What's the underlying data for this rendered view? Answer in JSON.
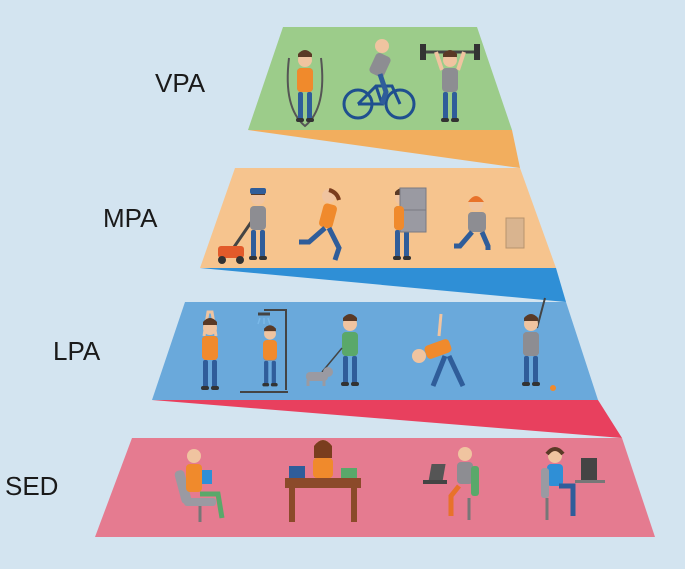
{
  "background_color": "#d3e4f0",
  "levels": [
    {
      "label": "VPA",
      "color": "#9ccc8a",
      "connector_color": "#f2ae5e",
      "activities": [
        "jump-rope-icon",
        "cycling-icon",
        "weightlifting-icon"
      ]
    },
    {
      "label": "MPA",
      "color": "#f6c48e",
      "connector_color": "#2f8fd6",
      "activities": [
        "lawn-mowing-icon",
        "running-icon",
        "carrying-boxes-icon",
        "construction-work-icon"
      ]
    },
    {
      "label": "LPA",
      "color": "#6aa9db",
      "connector_color": "#e8405e",
      "activities": [
        "yoga-pose-icon",
        "showering-icon",
        "dog-walking-icon",
        "stretching-icon",
        "golf-icon"
      ]
    },
    {
      "label": "SED",
      "color": "#e57b90",
      "connector_color": "",
      "activities": [
        "reading-in-chair-icon",
        "desk-sitting-icon",
        "laptop-work-icon",
        "computer-desk-icon"
      ]
    }
  ]
}
